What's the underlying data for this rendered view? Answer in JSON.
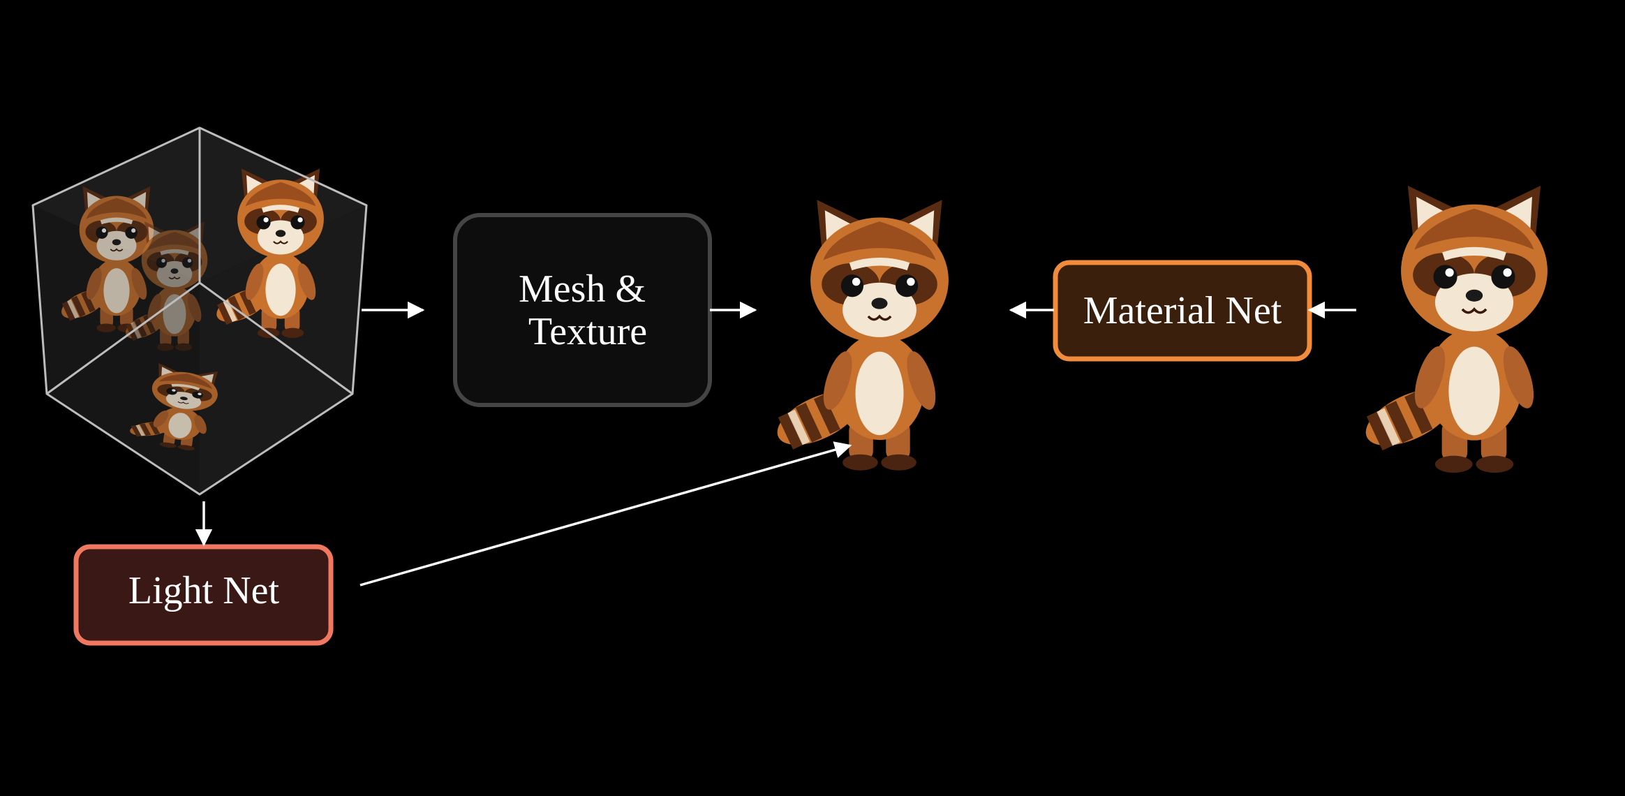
{
  "nodes": {
    "mesh_texture": {
      "label_line1": "Mesh &",
      "label_line2": "Texture"
    },
    "material_net": {
      "label": "Material Net"
    },
    "light_net": {
      "label": "Light Net"
    }
  },
  "colors": {
    "background": "#000000",
    "mesh_box_fill": "#0d0d0d",
    "mesh_box_border": "#454545",
    "material_box_fill": "#3a1f0d",
    "material_box_border": "#f08c3c",
    "light_box_fill": "#3a1815",
    "light_box_border": "#f07860",
    "arrow": "#ffffff",
    "cube_edge": "#bdbdbd",
    "raccoon_fur": "#c8722e",
    "raccoon_dark": "#5a2c12",
    "raccoon_cream": "#f3e7d3"
  },
  "icons": {
    "cube": "multiview-cube-icon",
    "raccoon_rendered": "raccoon-render-icon",
    "raccoon_reference": "raccoon-reference-icon"
  }
}
